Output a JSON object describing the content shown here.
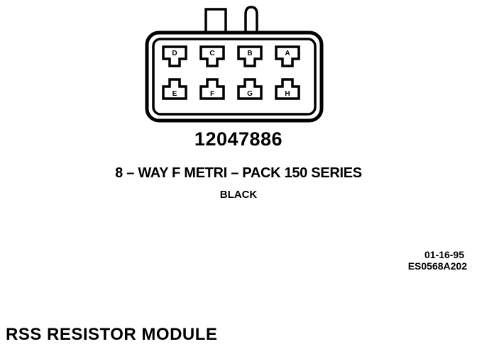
{
  "connector": {
    "top_row_pins": [
      "D",
      "C",
      "B",
      "A"
    ],
    "bottom_row_pins": [
      "E",
      "F",
      "G",
      "H"
    ],
    "part_number": "12047886",
    "series": "8 – WAY F METRI – PACK 150 SERIES",
    "color": "BLACK"
  },
  "drawing_info": {
    "date": "01-16-95",
    "document_id": "ES0568A202"
  },
  "module_title": "RSS RESISTOR MODULE"
}
